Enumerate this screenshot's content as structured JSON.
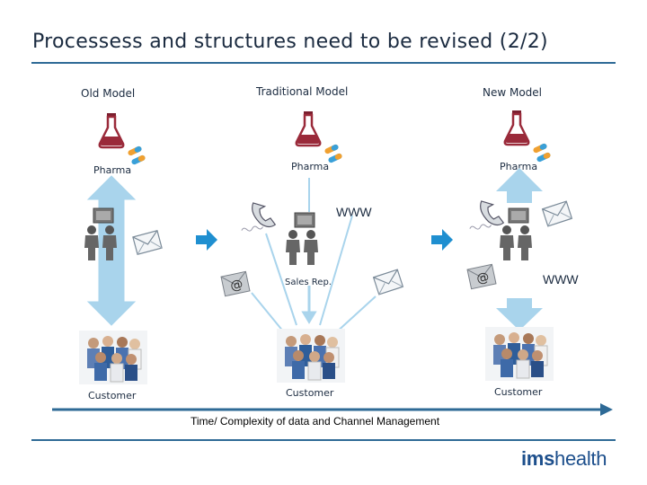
{
  "title": "Processess and structures need to be revised (2/2)",
  "columns": {
    "old": {
      "header": "Old Model",
      "top_label": "Pharma",
      "bottom_label": "Customer"
    },
    "traditional": {
      "header": "Traditional Model",
      "top_label": "Pharma",
      "middle_label": "Sales Rep.",
      "bottom_label": "Customer",
      "www": "WWW"
    },
    "new": {
      "header": "New Model",
      "top_label": "Pharma",
      "bottom_label": "Customer",
      "www": "WWW"
    }
  },
  "axis_label": "Time/ Complexity of data and Channel Management",
  "logo": {
    "part1": "ims",
    "part2": "health"
  },
  "icons": [
    "flask-icon",
    "pills-icon",
    "phone-icon",
    "email-icon",
    "at-email-icon",
    "people-group-icon",
    "customers-photo"
  ],
  "colors": {
    "accent_blue": "#2e6a96",
    "arrow_fill": "#a9d4ec",
    "flask": "#9a2a3a",
    "step_arrow": "#1f8fd0"
  }
}
